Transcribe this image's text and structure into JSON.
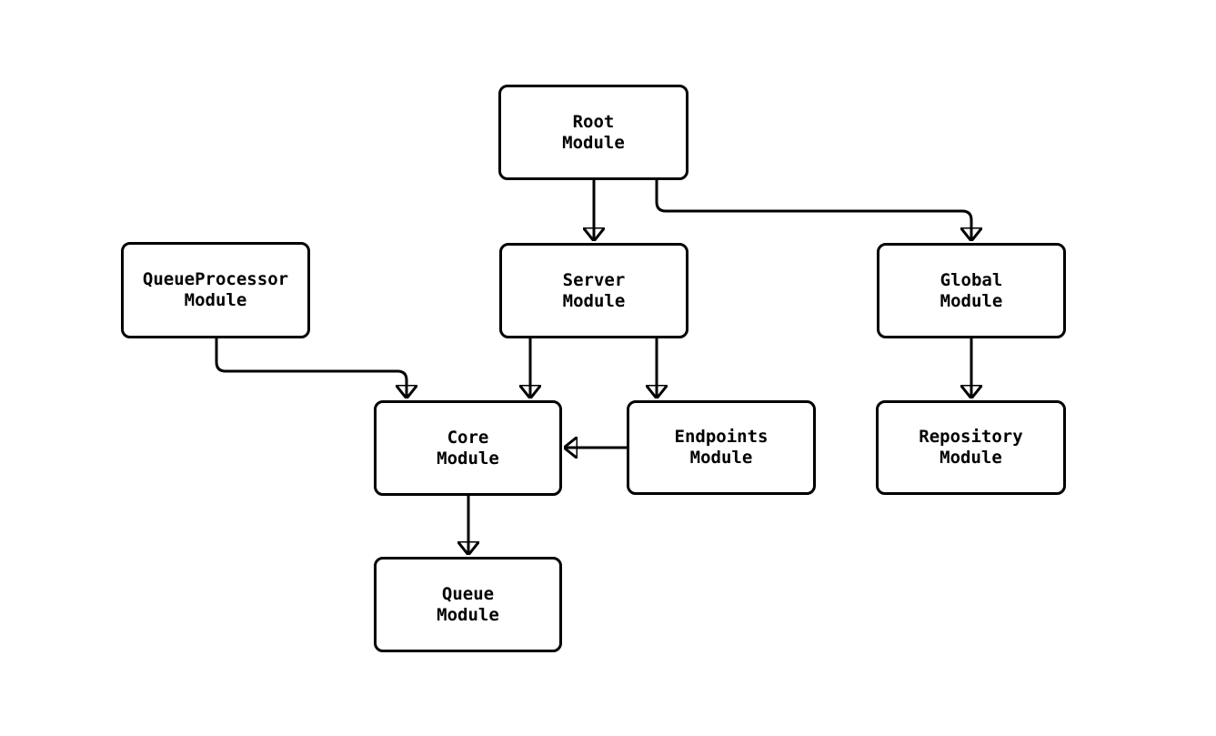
{
  "diagram": {
    "background_color": "#ffffff",
    "line_color": "#000000",
    "node_fill_color": "#ffffff",
    "text_color": "#000000",
    "nodes": {
      "root": {
        "label": "Root\nModule"
      },
      "queue_processor": {
        "label": "QueueProcessor\nModule"
      },
      "server": {
        "label": "Server\nModule"
      },
      "global": {
        "label": "Global\nModule"
      },
      "core": {
        "label": "Core\nModule"
      },
      "endpoints": {
        "label": "Endpoints\nModule"
      },
      "repository": {
        "label": "Repository\nModule"
      },
      "queue": {
        "label": "Queue\nModule"
      }
    },
    "edges": [
      {
        "from": "Root Module",
        "to": "Server Module"
      },
      {
        "from": "Root Module",
        "to": "Global Module"
      },
      {
        "from": "QueueProcessor Module",
        "to": "Core Module"
      },
      {
        "from": "Server Module",
        "to": "Core Module"
      },
      {
        "from": "Server Module",
        "to": "Endpoints Module"
      },
      {
        "from": "Endpoints Module",
        "to": "Core Module"
      },
      {
        "from": "Global Module",
        "to": "Repository Module"
      },
      {
        "from": "Core Module",
        "to": "Queue Module"
      }
    ]
  }
}
